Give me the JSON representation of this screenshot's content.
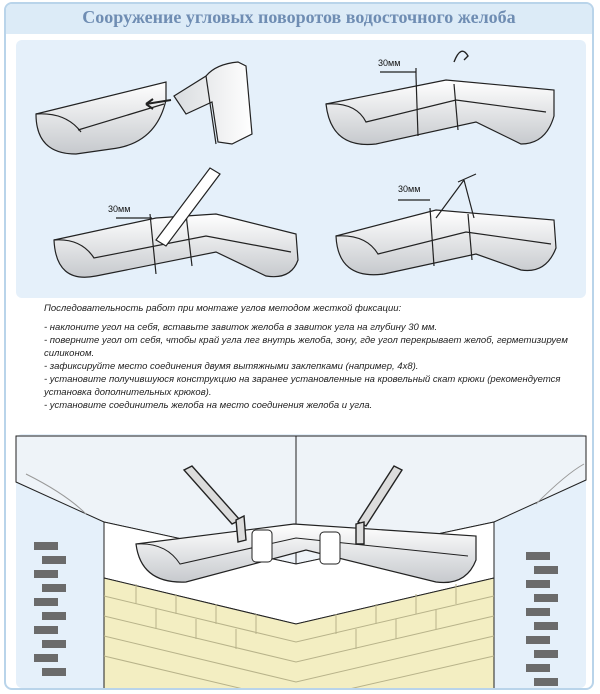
{
  "title": "Сооружение угловых поворотов водосточного желоба",
  "diagrams": {
    "step2_dimension": "30мм",
    "step3_dimension": "30мм",
    "step4_dimension": "30мм"
  },
  "instructions": {
    "intro": "Последовательность работ при монтаже углов методом жесткой фиксации:",
    "steps": [
      "- наклоните угол на себя, вставьте завиток желоба в завиток угла на глубину 30 мм.",
      "- поверните угол от себя, чтобы край угла лег внутрь желоба, зону, где угол перекрывает желоб, герметизируем силиконом.",
      "- зафиксируйте место соединения двумя вытяжными заклепками (например, 4х8).",
      "- установите получившуюся конструкцию на заранее установленные на кровельный скат крюки (рекомендуется установка дополнительных крюков).",
      "- установите соединитель желоба на место соединения желоба и угла."
    ]
  },
  "colors": {
    "panel": "#e5f0fa",
    "gutter": "#ffffff",
    "gutter_shade": "#c9ccd0",
    "outline": "#222222",
    "brick": "#f3eec2",
    "brick_dark": "#9a9a9a",
    "title": "#6f8db3"
  }
}
